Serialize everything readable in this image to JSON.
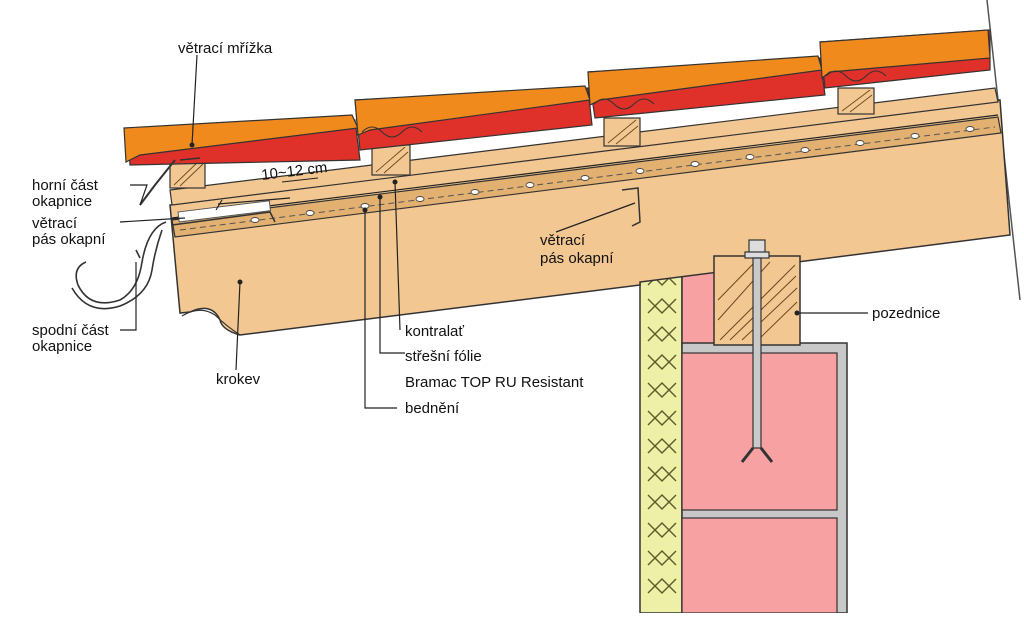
{
  "labels": {
    "vetraci_mrizka": "větrací mřížka",
    "horni_cast_1": "horní část",
    "horni_cast_2": "okapnice",
    "vetraci_pas_left_1": "větrací",
    "vetraci_pas_left_2": "pás okapní",
    "spodni_cast_1": "spodní část",
    "spodni_cast_2": "okapnice",
    "krokev": "krokev",
    "dimension": "10~12 cm",
    "kontralat": "kontralať",
    "stresni_folie": "střešní fólie",
    "bramac": "Bramac TOP RU Resistant",
    "bedneni": "bednění",
    "vetraci_pas_right_1": "větrací",
    "vetraci_pas_right_2": "pás okapní",
    "pozednice": "pozednice"
  },
  "colors": {
    "tile": "#f08a1c",
    "tile_under": "#e0302a",
    "timber": "#f3c791",
    "timber_dark": "#e2b070",
    "brick": "#f7a1a3",
    "insulation": "#eef0a8",
    "wall_frame": "#c8c8c8",
    "line": "#333333"
  }
}
